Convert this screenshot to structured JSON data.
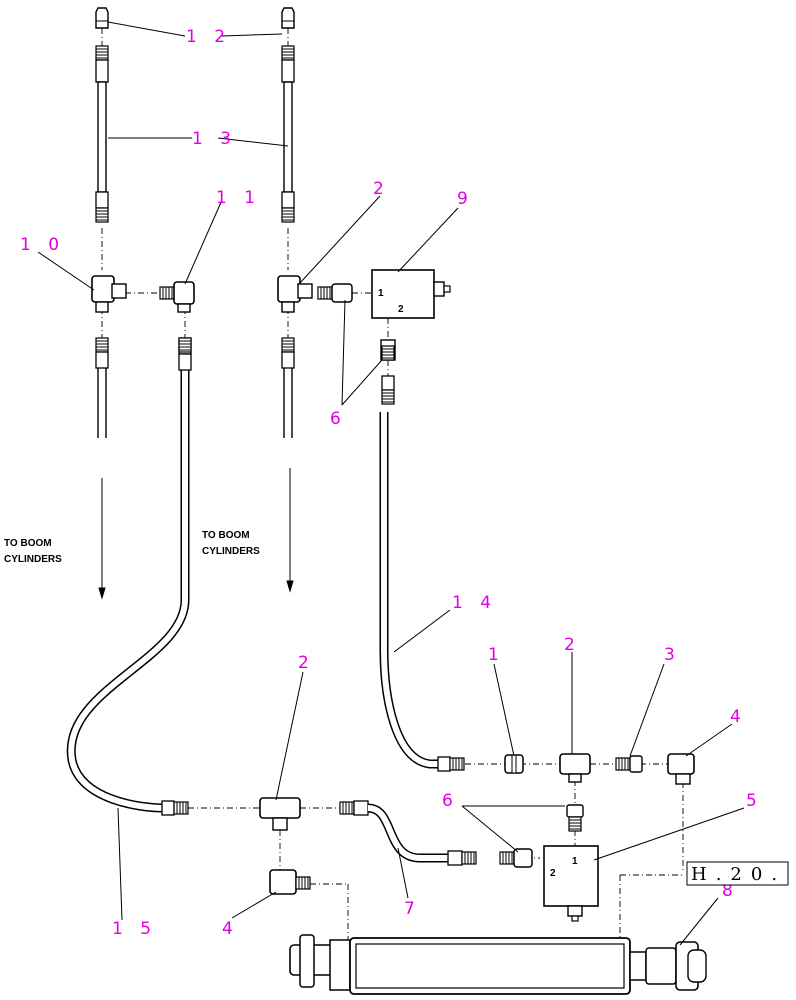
{
  "colors": {
    "callout": "#e000e0",
    "line": "#000000",
    "background": "#ffffff"
  },
  "callouts": {
    "c12": "1 2",
    "c13": "1 3",
    "c10": "1 0",
    "c11": "1 1",
    "c2a": "2",
    "c9": "9",
    "c6a": "6",
    "c14": "1 4",
    "c1": "1",
    "c2b": "2",
    "c3": "3",
    "c4a": "4",
    "c2c": "2",
    "c6b": "6",
    "c5": "5",
    "c7": "7",
    "c15": "1 5",
    "c4b": "4",
    "c8": "8"
  },
  "notes": {
    "boom_left_line1": "TO BOOM",
    "boom_left_line2": "CYLINDERS",
    "boom_right_line1": "TO BOOM",
    "boom_right_line2": "CYLINDERS"
  },
  "valve_top": {
    "port1": "1",
    "port2": "2"
  },
  "valve_bottom": {
    "port1": "1",
    "port2": "2"
  },
  "reference_box": "H.20."
}
